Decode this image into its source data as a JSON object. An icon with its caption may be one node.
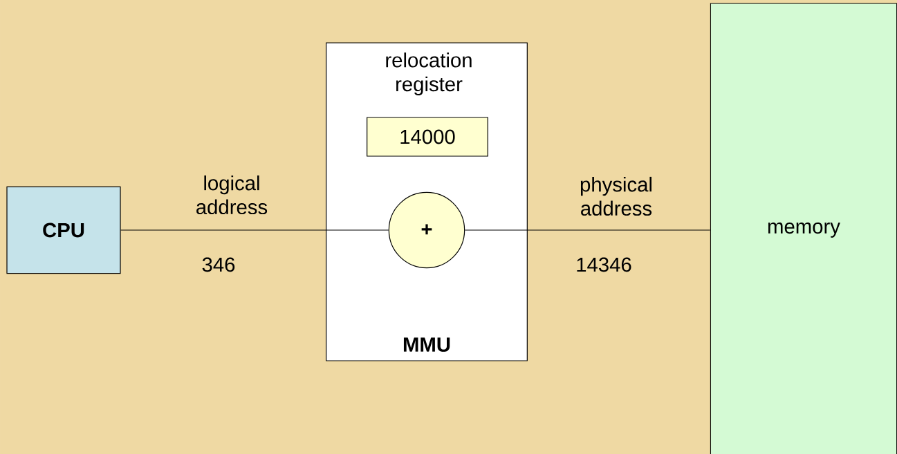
{
  "diagram": {
    "nodes": [
      {
        "text": [
          "CPU"
        ]
      },
      {
        "text": [
          "MMU"
        ]
      },
      {
        "text": [
          "14000"
        ],
        "in": 1,
        "beside": [
          "relocation register"
        ]
      },
      {
        "text": [
          "+"
        ],
        "in": 1
      },
      {
        "text": [
          "memory"
        ]
      }
    ],
    "edges": [
      {
        "from": 0,
        "to": 3,
        "arrow": "none",
        "label": "logical address"
      },
      {
        "from": 3,
        "to": 4,
        "arrow": "none",
        "label": "physical address"
      }
    ],
    "labels": [
      "346",
      "14346"
    ]
  }
}
